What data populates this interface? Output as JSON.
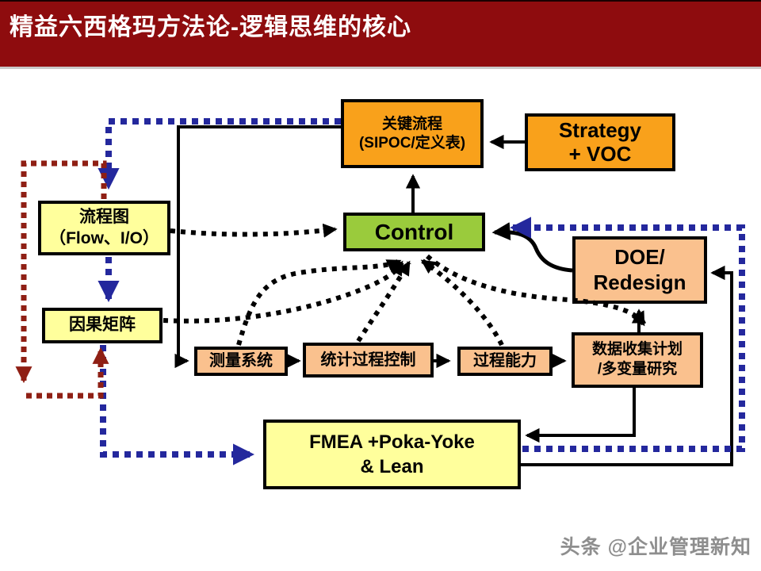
{
  "header": {
    "title": "精益六西格玛方法论-逻辑思维的核心"
  },
  "nodes": {
    "sipoc": {
      "line1": "关键流程",
      "line2": "(SIPOC/定义表)"
    },
    "strategy": {
      "line1": "Strategy",
      "line2": "+ VOC"
    },
    "flowchart": {
      "line1": "流程图",
      "line2": "（Flow、I/O）"
    },
    "cause_effect_matrix": {
      "label": "因果矩阵"
    },
    "control": {
      "label": "Control"
    },
    "doe": {
      "line1": "DOE/",
      "line2": "Redesign"
    },
    "measurement_system": {
      "label": "测量系统"
    },
    "spc": {
      "label": "统计过程控制"
    },
    "process_capability": {
      "label": "过程能力"
    },
    "data_collection": {
      "line1": "数据收集计划",
      "line2": "/多变量研究"
    },
    "fmea": {
      "line1": "FMEA +Poka-Yoke",
      "line2": "& Lean"
    }
  },
  "watermark": {
    "text": "头条 @企业管理新知"
  },
  "colors": {
    "header_bg": "#8E0C0E",
    "box_orange": "#F9A11B",
    "box_yellow": "#FFFF9C",
    "box_green": "#9ACB3C",
    "box_peach": "#FAC18E",
    "arrow_black": "#000000",
    "arrow_blue": "#24289D",
    "arrow_dark_red": "#8F1F14",
    "watermark_gray": "#8E8E8E"
  }
}
